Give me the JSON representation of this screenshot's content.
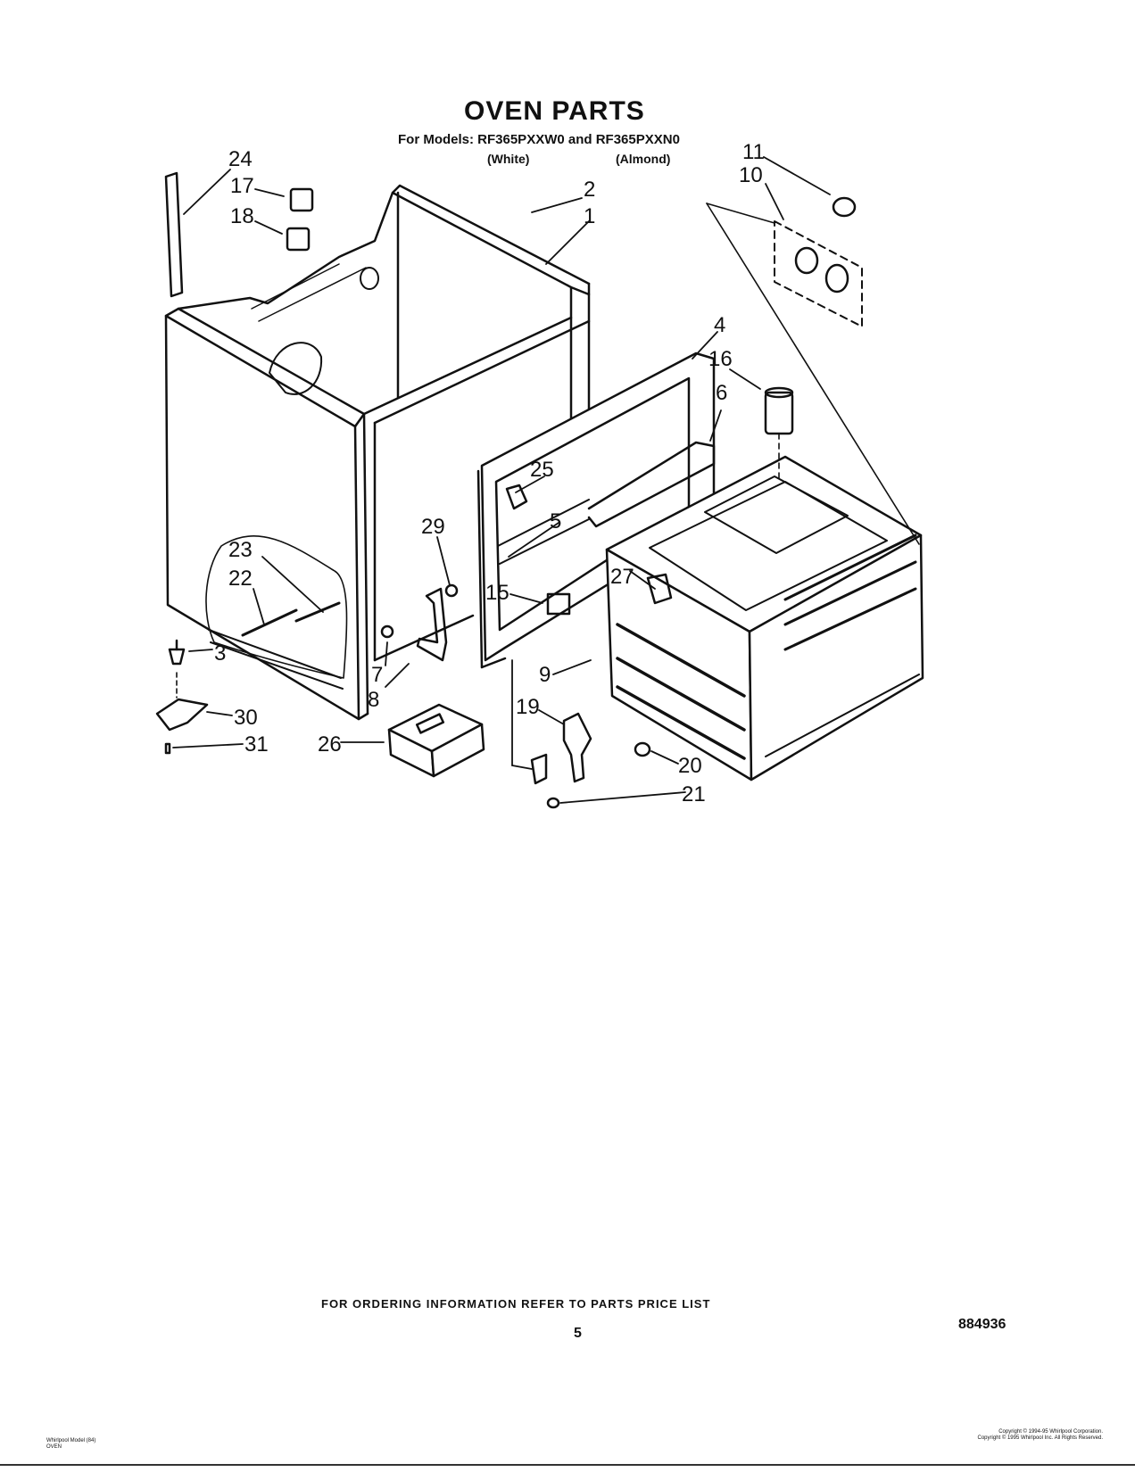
{
  "header": {
    "title": "OVEN PARTS",
    "models_line": "For Models: RF365PXXW0 and RF365PXXN0",
    "variant_white": "(White)",
    "variant_almond": "(Almond)"
  },
  "callouts": [
    "24",
    "17",
    "18",
    "2",
    "1",
    "11",
    "10",
    "4",
    "16",
    "6",
    "25",
    "29",
    "5",
    "23",
    "22",
    "15",
    "27",
    "3",
    "7",
    "8",
    "9",
    "30",
    "26",
    "31",
    "19",
    "20",
    "21"
  ],
  "footer": {
    "ordering_note": "FOR ORDERING INFORMATION REFER TO PARTS PRICE LIST",
    "page_number": "5",
    "doc_number": "884936",
    "small_left_1": "Whirlpool Model (84)",
    "small_left_2": "OVEN",
    "small_right_1": "Copyright © 1994-95 Whirlpool Corporation.",
    "small_right_2": "Copyright © 1995 Whirlpool Inc. All Rights Reserved."
  }
}
